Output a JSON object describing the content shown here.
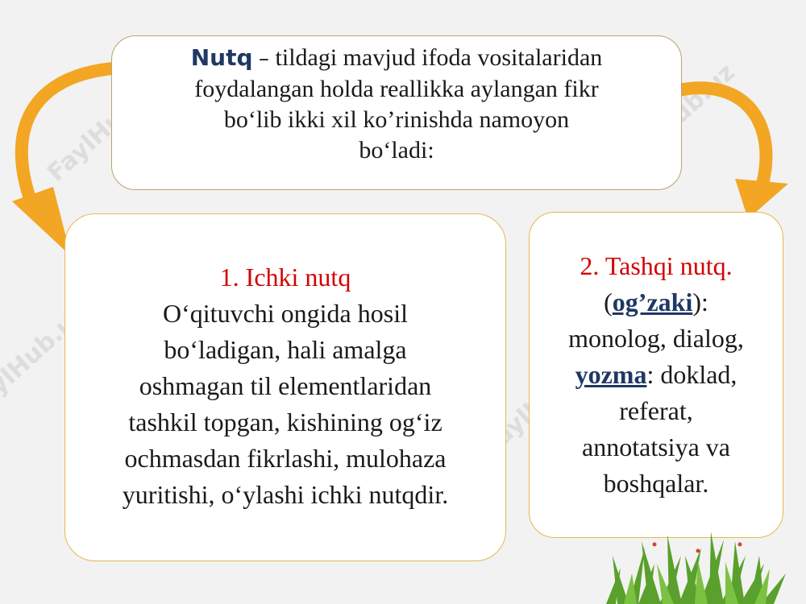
{
  "definition": {
    "term": "Nutq",
    "dash": "–",
    "line1": "tildagi mavjud ifoda vositalaridan",
    "line2": "foydalangan holda reallikka aylangan fikr",
    "line3": "bo‘lib ikki xil ko’rinishda namoyon",
    "line4": "bo‘ladi:"
  },
  "inner_speech": {
    "heading": "1. Ichki nutq",
    "lines": [
      "O‘qituvchi ongida hosil",
      "bo‘ladigan, hali amalga",
      "oshmagan til elementlaridan",
      "tashkil topgan, kishining og‘iz",
      "ochmasdan fikrlashi, mulohaza",
      "yuritishi, o‘ylashi ichki nutqdir."
    ]
  },
  "outer_speech": {
    "heading": "2. Tashqi nutq.",
    "oral_open": "(",
    "oral_term": "og’zaki",
    "oral_close": "):",
    "oral_items": "monolog, dialog,",
    "written_term": "yozma",
    "written_rest": ": doklad,",
    "line5": "referat,",
    "line6": "annotatsiya va",
    "line7": "boshqalar."
  },
  "watermark": "FaylHub.uz",
  "colors": {
    "arrow": "#f2a623",
    "heading_red": "#d40000",
    "term_navy": "#1f3864",
    "grass": "#5aa02c"
  }
}
